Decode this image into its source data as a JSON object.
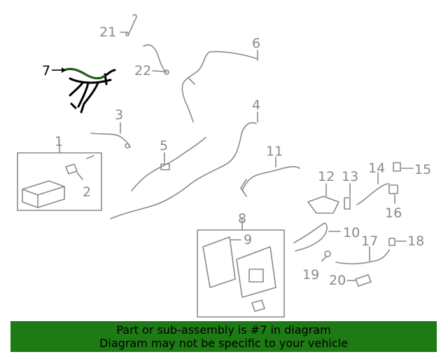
{
  "callouts": {
    "c1": "1",
    "c2": "2",
    "c3": "3",
    "c4": "4",
    "c5": "5",
    "c6": "6",
    "c7": "7",
    "c8": "8",
    "c9": "9",
    "c10": "10",
    "c11": "11",
    "c12": "12",
    "c13": "13",
    "c14": "14",
    "c15": "15",
    "c16": "16",
    "c17": "17",
    "c18": "18",
    "c19": "19",
    "c20": "20",
    "c21": "21",
    "c22": "22"
  },
  "highlighted_part": "7",
  "colors": {
    "highlight": "#1e7a14",
    "line": "#8a8a8a",
    "banner": "#1e7a14"
  },
  "banner": {
    "line1": "Part or sub-assembly is #7 in diagram",
    "line2": "Diagram may not be specific to your vehicle"
  }
}
